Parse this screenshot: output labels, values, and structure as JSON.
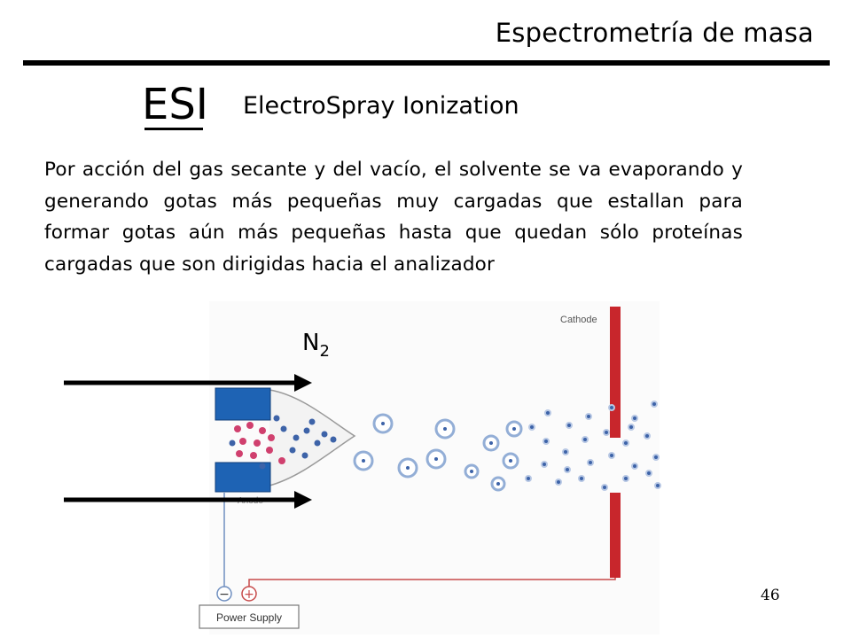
{
  "header": {
    "title": "Espectrometría de masa"
  },
  "slide": {
    "acronym": "ESI",
    "subtitle": "ElectroSpray Ionization",
    "body": "Por acción del gas secante y del vacío, el solvente se va evaporando y generando gotas más pequeñas muy cargadas que estallan para formar gotas aún más pequeñas hasta que quedan sólo proteínas cargadas que son dirigidas hacia el analizador",
    "page_number": "46"
  },
  "diagram": {
    "gas_symbol": "N",
    "gas_subscript": "2",
    "cathode_label": "Cathode",
    "anode_label": "Anode",
    "power_label": "Power Supply",
    "minus": "−",
    "plus": "+",
    "colors": {
      "electrode": "#1e63b4",
      "cathode": "#c8262c",
      "droplet_edge": "#93aed6",
      "ion": "#3d63a8",
      "positive_charge": "#d0406e",
      "wire_negative": "#6f8fc0",
      "wire_positive": "#c74a4a"
    }
  }
}
